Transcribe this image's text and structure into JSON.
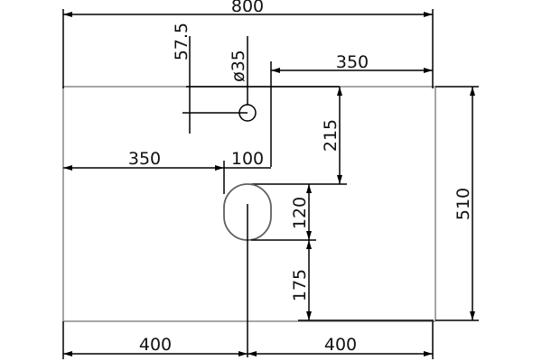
{
  "colors": {
    "background": "#ffffff",
    "line": "#000000",
    "edge": "#9a9a9a",
    "text": "#111111"
  },
  "dimensions": {
    "overall_width": "800",
    "tap_offset_top": "57.5",
    "tap_hole_diameter": "ø35",
    "tap_to_right": "350",
    "tap_to_bowl_top": "215",
    "left_to_bowl": "350",
    "bowl_width": "100",
    "bowl_depth": "120",
    "bowl_to_front": "175",
    "overall_depth": "510",
    "left_half": "400",
    "right_half": "400"
  }
}
